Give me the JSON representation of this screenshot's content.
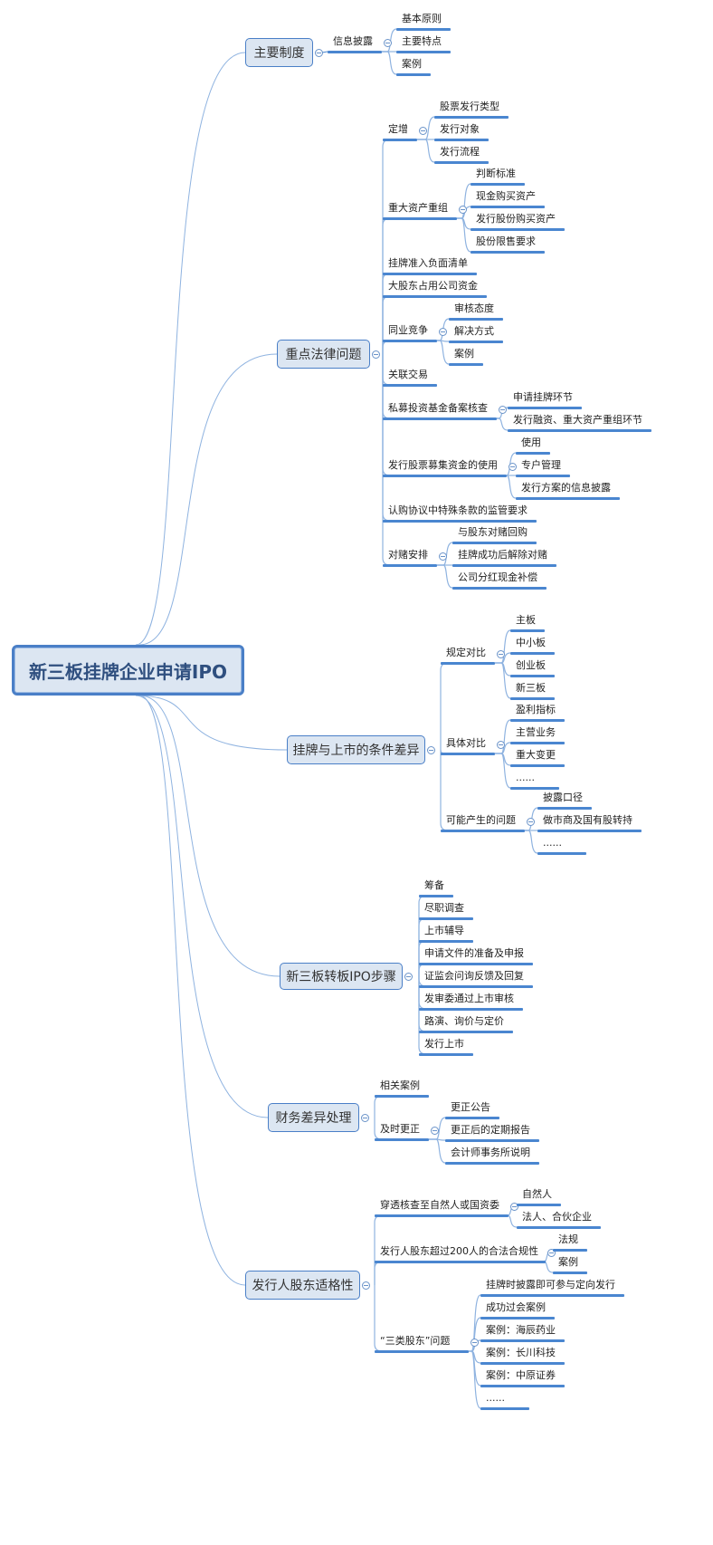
{
  "root": {
    "label": "新三板挂牌企业申请IPO"
  },
  "branches": [
    {
      "label": "主要制度",
      "children": [
        {
          "label": "信息披露",
          "children": [
            {
              "label": "基本原则"
            },
            {
              "label": "主要特点"
            },
            {
              "label": "案例"
            }
          ]
        }
      ]
    },
    {
      "label": "重点法律问题",
      "children": [
        {
          "label": "定增",
          "children": [
            {
              "label": "股票发行类型"
            },
            {
              "label": "发行对象"
            },
            {
              "label": "发行流程"
            }
          ]
        },
        {
          "label": "重大资产重组",
          "children": [
            {
              "label": "判断标准"
            },
            {
              "label": "现金购买资产"
            },
            {
              "label": "发行股份购买资产"
            },
            {
              "label": "股份限售要求"
            }
          ]
        },
        {
          "label": "挂牌准入负面清单"
        },
        {
          "label": "大股东占用公司资金"
        },
        {
          "label": "同业竞争",
          "children": [
            {
              "label": "审核态度"
            },
            {
              "label": "解决方式"
            },
            {
              "label": "案例"
            }
          ]
        },
        {
          "label": "关联交易"
        },
        {
          "label": "私募投资基金备案核查",
          "children": [
            {
              "label": "申请挂牌环节"
            },
            {
              "label": "发行融资、重大资产重组环节"
            }
          ]
        },
        {
          "label": "发行股票募集资金的使用",
          "children": [
            {
              "label": "使用"
            },
            {
              "label": "专户管理"
            },
            {
              "label": "发行方案的信息披露"
            }
          ]
        },
        {
          "label": "认购协议中特殊条款的监管要求"
        },
        {
          "label": "对赌安排",
          "children": [
            {
              "label": "与股东对赌回购"
            },
            {
              "label": "挂牌成功后解除对赌"
            },
            {
              "label": "公司分红现金补偿"
            }
          ]
        }
      ]
    },
    {
      "label": "挂牌与上市的条件差异",
      "children": [
        {
          "label": "规定对比",
          "children": [
            {
              "label": "主板"
            },
            {
              "label": "中小板"
            },
            {
              "label": "创业板"
            },
            {
              "label": "新三板"
            }
          ]
        },
        {
          "label": "具体对比",
          "children": [
            {
              "label": "盈利指标"
            },
            {
              "label": "主营业务"
            },
            {
              "label": "重大变更"
            },
            {
              "label": "......"
            }
          ]
        },
        {
          "label": "可能产生的问题",
          "children": [
            {
              "label": "披露口径"
            },
            {
              "label": "做市商及国有股转持"
            },
            {
              "label": "......"
            }
          ]
        }
      ]
    },
    {
      "label": "新三板转板IPO步骤",
      "children": [
        {
          "label": "筹备"
        },
        {
          "label": "尽职调查"
        },
        {
          "label": "上市辅导"
        },
        {
          "label": "申请文件的准备及申报"
        },
        {
          "label": "证监会问询反馈及回复"
        },
        {
          "label": "发审委通过上市审核"
        },
        {
          "label": "路演、询价与定价"
        },
        {
          "label": "发行上市"
        }
      ]
    },
    {
      "label": "财务差异处理",
      "children": [
        {
          "label": "相关案例"
        },
        {
          "label": "及时更正",
          "children": [
            {
              "label": "更正公告"
            },
            {
              "label": "更正后的定期报告"
            },
            {
              "label": "会计师事务所说明"
            }
          ]
        }
      ]
    },
    {
      "label": "发行人股东适格性",
      "children": [
        {
          "label": "穿透核查至自然人或国资委",
          "children": [
            {
              "label": "自然人"
            },
            {
              "label": "法人、合伙企业"
            }
          ]
        },
        {
          "label": "发行人股东超过200人的合法合规性",
          "children": [
            {
              "label": "法规"
            },
            {
              "label": "案例"
            }
          ]
        },
        {
          "label": "“三类股东”问题",
          "children": [
            {
              "label": "挂牌时披露即可参与定向发行"
            },
            {
              "label": "成功过会案例"
            },
            {
              "label": "案例：海辰药业"
            },
            {
              "label": "案例：长川科技"
            },
            {
              "label": "案例：中原证券"
            },
            {
              "label": "......"
            }
          ]
        }
      ]
    }
  ],
  "colors": {
    "line": "#4a86d0",
    "connector": "#8fb3e0",
    "node_fill": "#dce6f2",
    "node_border": "#4a7fc7"
  }
}
